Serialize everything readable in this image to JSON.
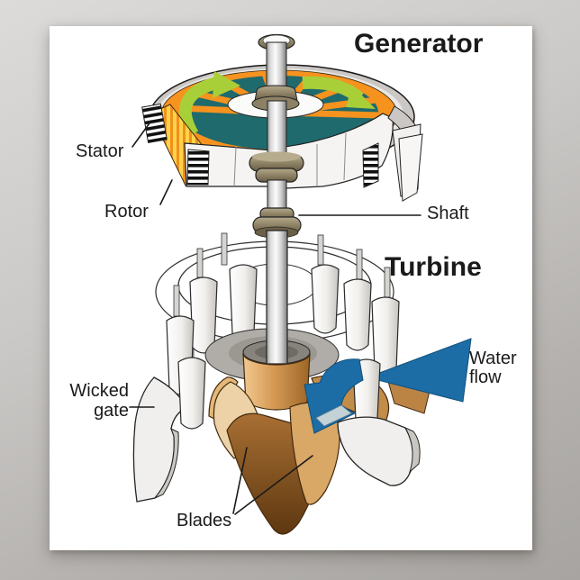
{
  "poster": {
    "titles": {
      "generator": "Generator",
      "turbine": "Turbine"
    },
    "labels": {
      "stator": "Stator",
      "rotor": "Rotor",
      "shaft": "Shaft",
      "wicked_gate": {
        "line1": "Wicked",
        "line2": "gate"
      },
      "water_flow": {
        "line1": "Water",
        "line2": "flow"
      },
      "blades": "Blades"
    },
    "colors": {
      "rotor_rim_orange": "#f6921e",
      "stator_core_teal": "#1f6a6d",
      "rotation_arrow_green": "#a9cf38",
      "water_flow_blue": "#1c6da6",
      "coil_yellow": "#ffd24a",
      "blade_tan_light": "#ecd2a6",
      "blade_brown_dark": "#6b3c12",
      "bearing_olive": "#8f8266",
      "backdrop_gray": "#b3b0ad"
    }
  }
}
